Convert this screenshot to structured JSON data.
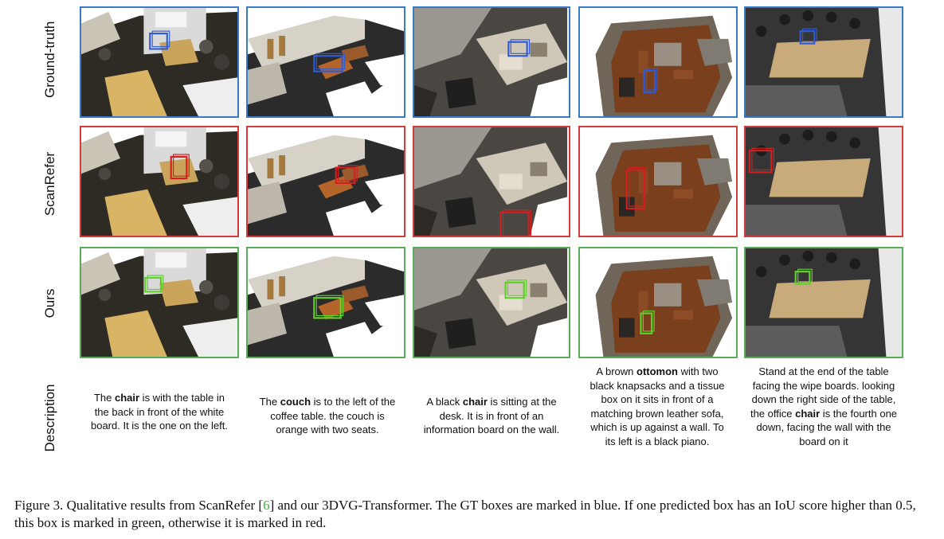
{
  "rows": [
    {
      "label": "Ground-truth",
      "box_color": "#2f5bd6"
    },
    {
      "label": "ScanRefer",
      "box_color": "#d31f1f"
    },
    {
      "label": "Ours",
      "box_color": "#5fd12a"
    },
    {
      "label": "Description"
    }
  ],
  "frame_colors": {
    "gt": "#3a78c9",
    "scanrefer": "#d63a3a",
    "ours": "#5aab5a"
  },
  "descriptions": [
    {
      "pre": "The ",
      "bold": "chair",
      "post": " is with the table in the back in front of the white board. It is the one on the left."
    },
    {
      "pre": "The ",
      "bold": "couch",
      "post": " is to the left of the coffee table. the couch is orange with two seats."
    },
    {
      "pre": "A black ",
      "bold": "chair",
      "post": " is sitting at the desk. It is in front of an information board on the wall."
    },
    {
      "pre": "A brown ",
      "bold": "ottomon",
      "post": " with two black knapsacks and a tissue box on it sits in front of a matching brown leather sofa, which is up against a wall. To its left is a black piano."
    },
    {
      "pre": "Stand at the end of the table facing the wipe boards.  looking down the right side of the table, the office ",
      "bold": "chair",
      "post": " is the fourth one down, facing the wall with the board on it"
    }
  ],
  "caption": {
    "before": "Figure 3. Qualitative results from ScanRefer [",
    "cite": "6",
    "after": "] and our 3DVG-Transformer. The GT boxes are marked in blue. If one predicted box has an IoU score higher than 0.5, this box is marked in green, otherwise it is marked in red."
  }
}
